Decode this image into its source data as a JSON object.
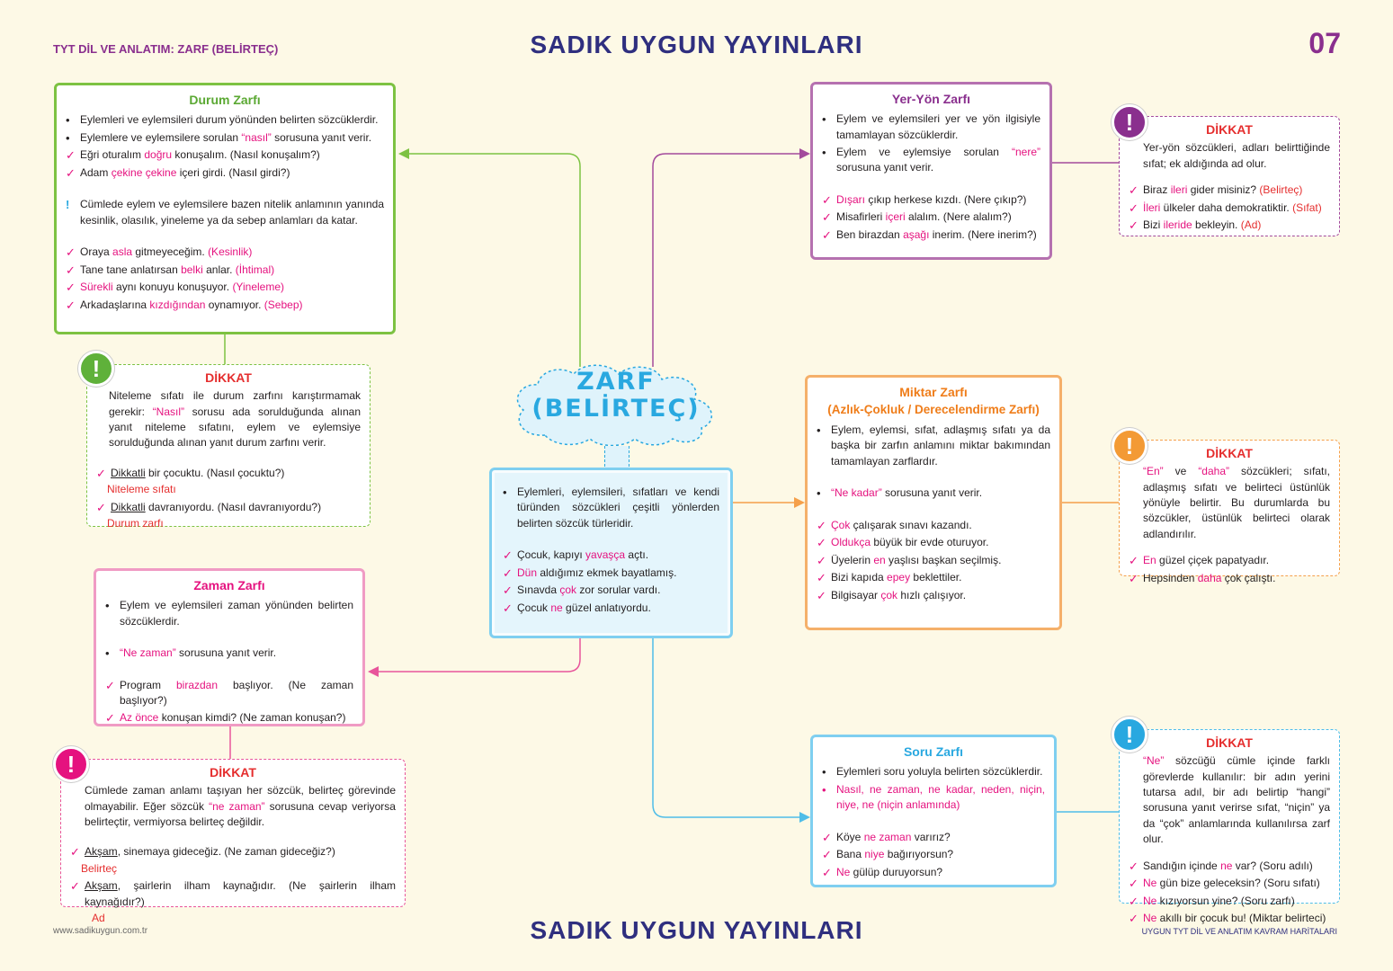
{
  "header": {
    "topic": "TYT DİL VE ANLATIM: ZARF (BELİRTEÇ)",
    "brand": "SADIK  UYGUN  YAYINLARI",
    "page_number": "07"
  },
  "footer": {
    "website": "www.sadikuygun.com.tr",
    "brand": "SADIK  UYGUN  YAYINLARI",
    "series": "UYGUN TYT DİL VE ANLATIM KAVRAM HARİTALARI"
  },
  "center": {
    "cloud_line1": "ZARF",
    "cloud_line2": "(BELİRTEÇ)",
    "definition": "Eylemleri, eylemsileri, sıfatları ve kendi türünden sözcükleri çeşitli yönlerden belirten sözcük türleridir.",
    "examples": [
      {
        "pre": "Çocuk, kapıyı ",
        "hl": "yavaşça",
        "post": " açtı."
      },
      {
        "pre": "",
        "hl": "Dün",
        "post": " aldığımız ekmek bayatlamış."
      },
      {
        "pre": "Sınavda ",
        "hl": "çok",
        "post": " zor sorular vardı."
      },
      {
        "pre": "Çocuk ",
        "hl": "ne",
        "post": " güzel anlatıyordu."
      }
    ]
  },
  "durum": {
    "title": "Durum Zarfı",
    "b1": "Eylemleri ve eylemsileri durum yönünden belirten sözcüklerdir.",
    "b2": {
      "pre": "Eylemlere ve eylemsilere sorulan ",
      "hl": "“nasıl”",
      "post": " sorusuna yanıt verir."
    },
    "ex": [
      {
        "pre": "Eğri oturalım ",
        "hl": "doğru",
        "post": " konuşalım. (Nasıl konuşalım?)"
      },
      {
        "pre": "Adam ",
        "hl": "çekine çekine",
        "post": " içeri girdi. (Nasıl girdi?)"
      }
    ],
    "note": "Cümlede eylem ve eylemsilere bazen nitelik anlamının yanında kesinlik, olasılık, yineleme ya da sebep anlamları da katar.",
    "ex2": [
      {
        "pre": "Oraya ",
        "hl": "asla",
        "post": " gitmeyeceğim. ",
        "tag": "(Kesinlik)"
      },
      {
        "pre": "Tane tane anlatırsan ",
        "hl": "belki",
        "post": " anlar. ",
        "tag": "(İhtimal)"
      },
      {
        "pre": "",
        "hl": "Sürekli",
        "post": " aynı konuyu konuşuyor. ",
        "tag": "(Yineleme)"
      },
      {
        "pre": "Arkadaşlarına ",
        "hl": "kızdığından",
        "post": " oynamıyor. ",
        "tag": "(Sebep)"
      }
    ]
  },
  "dikkat_durum": {
    "title": "DİKKAT",
    "text_pre": "Niteleme sıfatı ile durum zarfını karıştırmamak gerekir: ",
    "text_hl": "“Nasıl”",
    "text_post": " sorusu ada sorulduğunda alınan yanıt niteleme sıfatını, eylem ve eylemsiye sorulduğunda alınan yanıt durum zarfını verir.",
    "ex": [
      {
        "u": "Dikkatli",
        "post": " bir çocuktu. (Nasıl çocuktu?)",
        "sub": "Niteleme sıfatı"
      },
      {
        "u": "Dikkatli",
        "post": " davranıyordu. (Nasıl davranıyordu?)",
        "sub": "Durum zarfı"
      }
    ]
  },
  "zaman": {
    "title": "Zaman Zarfı",
    "b1": "Eylem ve eylemsileri zaman yönünden belirten sözcüklerdir.",
    "b2": {
      "hl": "“Ne zaman”",
      "post": " sorusuna yanıt verir."
    },
    "ex": [
      {
        "pre": "Program ",
        "hl": "birazdan",
        "post": " başlıyor. (Ne zaman başlıyor?)"
      },
      {
        "pre": "",
        "hl": "Az önce",
        "post": " konuşan kimdi? (Ne zaman konuşan?)"
      }
    ]
  },
  "dikkat_zaman": {
    "title": "DİKKAT",
    "text_pre": "Cümlede zaman anlamı taşıyan her sözcük, belirteç görevinde olmayabilir. Eğer sözcük ",
    "text_hl": "“ne zaman”",
    "text_post": " sorusuna cevap veriyorsa belirteçtir, vermiyorsa belirteç değildir.",
    "ex": [
      {
        "u": "Akşam",
        "post": ", sinemaya gideceğiz. (Ne zaman gideceğiz?)",
        "sub": "Belirteç"
      },
      {
        "u": "Akşam",
        "post": ", şairlerin ilham kaynağıdır. (Ne şairlerin ilham kaynağıdır?)",
        "sub": "Ad"
      }
    ]
  },
  "yeryon": {
    "title": "Yer-Yön Zarfı",
    "b1": "Eylem ve eylemsileri yer ve yön ilgisiyle tamamlayan sözcüklerdir.",
    "b2": {
      "pre": "Eylem ve eylemsiye sorulan ",
      "hl": "“nere”",
      "post": " sorusuna yanıt verir."
    },
    "ex": [
      {
        "pre": "",
        "hl": "Dışarı",
        "post": " çıkıp herkese kızdı. (Nere çıkıp?)"
      },
      {
        "pre": "Misafirleri ",
        "hl": "içeri",
        "post": " alalım. (Nere alalım?)"
      },
      {
        "pre": "Ben birazdan ",
        "hl": "aşağı",
        "post": " inerim. (Nere inerim?)"
      }
    ]
  },
  "dikkat_yeryon": {
    "title": "DİKKAT",
    "text": "Yer-yön sözcükleri, adları belirttiğinde sıfat; ek aldığında ad olur.",
    "ex": [
      {
        "pre": "Biraz ",
        "hl": "ileri",
        "post": " gider misiniz? ",
        "tag": "(Belirteç)"
      },
      {
        "pre": "",
        "hl": "İleri",
        "post": " ülkeler daha demokratiktir. ",
        "tag": "(Sıfat)"
      },
      {
        "pre": "Bizi ",
        "hl": "ileride",
        "post": " bekleyin. ",
        "tag": "(Ad)"
      }
    ]
  },
  "miktar": {
    "title1": "Miktar Zarfı",
    "title2": "(Azlık-Çokluk / Derecelendirme Zarfı)",
    "b1": "Eylem, eylemsi, sıfat, adlaşmış sıfatı ya da başka bir zarfın anlamını miktar bakımından tamamlayan zarflardır.",
    "b2": {
      "hl": "“Ne kadar”",
      "post": " sorusuna yanıt verir."
    },
    "ex": [
      {
        "pre": "",
        "hl": "Çok",
        "post": " çalışarak sınavı kazandı."
      },
      {
        "pre": "",
        "hl": "Oldukça",
        "post": " büyük bir evde oturuyor."
      },
      {
        "pre": "Üyelerin ",
        "hl": "en",
        "post": " yaşlısı başkan seçilmiş."
      },
      {
        "pre": "Bizi kapıda ",
        "hl": "epey",
        "post": " beklettiler."
      },
      {
        "pre": "Bilgisayar ",
        "hl": "çok",
        "post": " hızlı çalışıyor."
      }
    ]
  },
  "dikkat_miktar": {
    "title": "DİKKAT",
    "text_hl1": "“En”",
    "text_mid": " ve ",
    "text_hl2": "“daha”",
    "text_post": " sözcükleri; sıfatı, adlaşmış sıfatı ve belirteci üstünlük yönüyle belirtir. Bu durumlarda bu sözcükler, üstünlük belirteci olarak adlandırılır.",
    "ex": [
      {
        "pre": "",
        "hl": "En",
        "post": " güzel çiçek papatyadır."
      },
      {
        "pre": "Hepsinden ",
        "hl": "daha",
        "post": " çok çalıştı."
      }
    ]
  },
  "soru": {
    "title": "Soru Zarfı",
    "b1": "Eylemleri soru yoluyla belirten sözcüklerdir.",
    "b2": "Nasıl, ne zaman, ne kadar, neden, niçin, niye, ne (niçin anlamında)",
    "ex": [
      {
        "pre": "Köye ",
        "hl": "ne zaman",
        "post": " varırız?"
      },
      {
        "pre": "Bana ",
        "hl": "niye",
        "post": " bağırıyorsun?"
      },
      {
        "pre": "",
        "hl": "Ne",
        "post": " gülüp duruyorsun?"
      }
    ]
  },
  "dikkat_soru": {
    "title": "DİKKAT",
    "text_hl": "“Ne”",
    "text_post": " sözcüğü cümle içinde farklı görevlerde kullanılır: bir adın yerini tutarsa adıl, bir adı belirtip “hangi” sorusuna yanıt verirse sıfat, “niçin” ya da “çok” anlamlarında kullanılırsa zarf olur.",
    "ex": [
      {
        "pre": "Sandığın içinde ",
        "hl": "ne",
        "post": " var? (Soru adılı)"
      },
      {
        "pre": "",
        "hl": "Ne",
        "post": " gün bize geleceksin? (Soru sıfatı)"
      },
      {
        "pre": "",
        "hl": "Ne",
        "post": " kızıyorsun yine? (Soru zarfı)"
      },
      {
        "pre": "",
        "hl": "Ne",
        "post": " akıllı bir çocuk bu! (Miktar belirteci)"
      }
    ]
  },
  "colors": {
    "green": "#7dc242",
    "purple": "#a34a9c",
    "pink": "#e8559b",
    "orange": "#f5a04a",
    "blue": "#4fbde8",
    "red": "#e52e2e",
    "magenta": "#e5127f",
    "navy": "#2f2f7f"
  }
}
